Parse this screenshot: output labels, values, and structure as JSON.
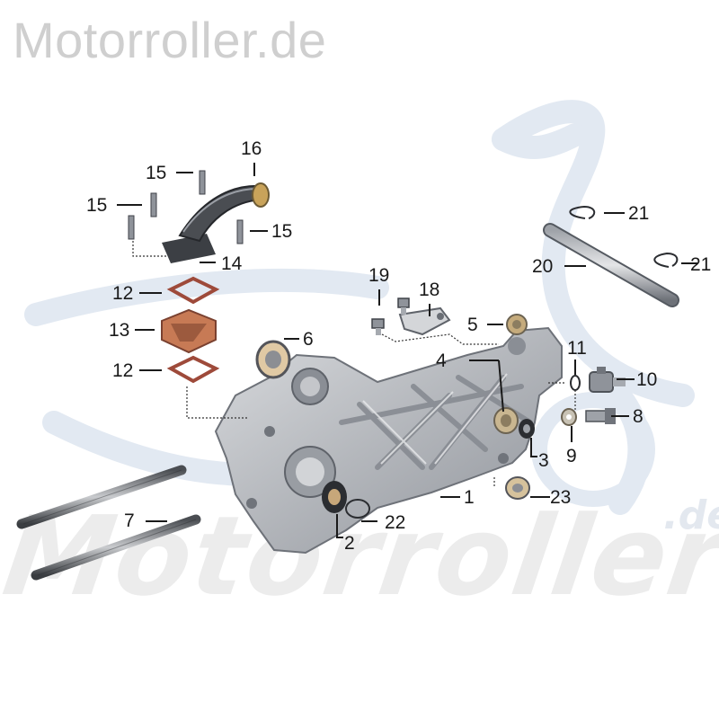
{
  "brand": {
    "site_name": "Motorroller.de"
  },
  "watermark": {
    "text": "Motorroller",
    "tld": ".de"
  },
  "diagram": {
    "callouts": [
      {
        "id": "c1",
        "label": "1"
      },
      {
        "id": "c2",
        "label": "2"
      },
      {
        "id": "c3",
        "label": "3"
      },
      {
        "id": "c4",
        "label": "4"
      },
      {
        "id": "c5",
        "label": "5"
      },
      {
        "id": "c6",
        "label": "6"
      },
      {
        "id": "c7",
        "label": "7"
      },
      {
        "id": "c8",
        "label": "8"
      },
      {
        "id": "c9",
        "label": "9"
      },
      {
        "id": "c10",
        "label": "10"
      },
      {
        "id": "c11",
        "label": "11"
      },
      {
        "id": "c12a",
        "label": "12"
      },
      {
        "id": "c12b",
        "label": "12"
      },
      {
        "id": "c13",
        "label": "13"
      },
      {
        "id": "c14",
        "label": "14"
      },
      {
        "id": "c15a",
        "label": "15"
      },
      {
        "id": "c15b",
        "label": "15"
      },
      {
        "id": "c15c",
        "label": "15"
      },
      {
        "id": "c16",
        "label": "16"
      },
      {
        "id": "c18",
        "label": "18"
      },
      {
        "id": "c19",
        "label": "19"
      },
      {
        "id": "c20",
        "label": "20"
      },
      {
        "id": "c21a",
        "label": "21"
      },
      {
        "id": "c21b",
        "label": "21"
      },
      {
        "id": "c22",
        "label": "22"
      },
      {
        "id": "c23",
        "label": "23"
      }
    ]
  },
  "colors": {
    "background": "#ffffff",
    "brand_text": "#cfcfcf",
    "watermark_gray": "#ececec",
    "watermark_blue": "#dde6f0",
    "metal": "#b9bcc1",
    "metal_dark": "#80858c",
    "reed_valve_orange": "#c77a55",
    "intake_dark": "#3c3f44",
    "leader_line": "#1a1a1a"
  }
}
